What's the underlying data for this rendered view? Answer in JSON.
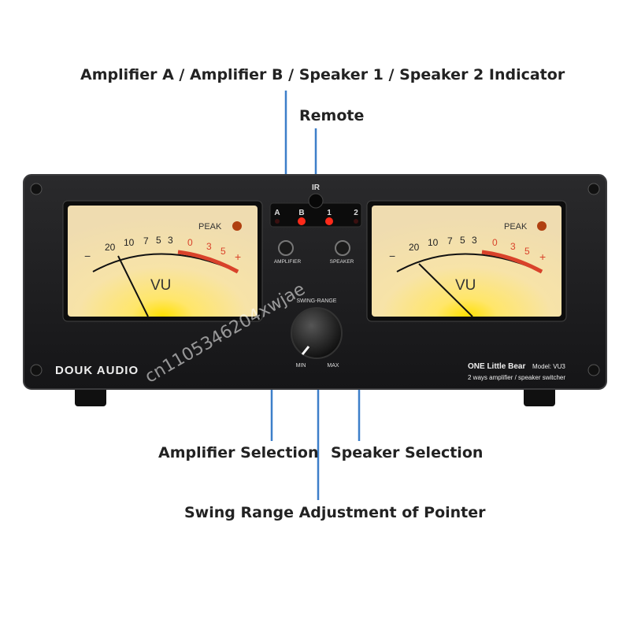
{
  "callouts": {
    "indicator": "Amplifier A / Amplifier B / Speaker 1 / Speaker 2 Indicator",
    "remote": "Remote",
    "amp_select": "Amplifier Selection",
    "speaker_select": "Speaker Selection",
    "swing": "Swing Range Adjustment of Pointer"
  },
  "panel": {
    "ir": "IR",
    "ind_a": "A",
    "ind_b": "B",
    "ind_1": "1",
    "ind_2": "2",
    "btn_amp": "AMPLIFIER",
    "btn_spk": "SPEAKER",
    "swing_label": "SWING-RANGE",
    "min": "MIN",
    "max": "MAX",
    "brand": "DOUK AUDIO",
    "product": "ONE Little Bear",
    "model": "Model: VU3",
    "desc": "2 ways amplifier / speaker switcher"
  },
  "meter": {
    "peak": "PEAK",
    "vu": "VU",
    "minus": "−",
    "plus": "+",
    "scale_black": [
      "20",
      "10",
      "7",
      "5",
      "3"
    ],
    "scale_red": [
      "0",
      "3",
      "5"
    ]
  },
  "watermark": "cn1105346204xwjae",
  "colors": {
    "panel": "#1b1b1d",
    "meter_face": "#f6e6b8",
    "glow": "#ffd400",
    "red": "#d9422a",
    "led": "#ff2a1a"
  }
}
